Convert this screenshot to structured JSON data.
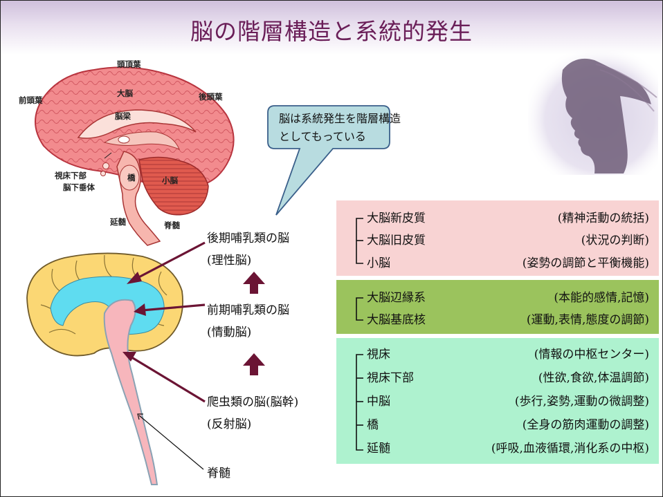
{
  "title": "脳の階層構造と系統的発生",
  "callout": {
    "line1": "脳は系統発生を階層構造",
    "line2": "としてもっている"
  },
  "brain_labels": {
    "frontal": "前頭葉",
    "parietal": "頭頂葉",
    "occipital": "後頭葉",
    "cerebrum": "大脳",
    "corpus_callosum": "脳梁",
    "hypothalamus": "視床下部",
    "pituitary": "脳下垂体",
    "pons": "橋",
    "cerebellum": "小脳",
    "medulla": "延髄",
    "spinal_cord": "脊髄"
  },
  "evolution": {
    "late_mammal": {
      "line1": "後期哺乳類の脳",
      "line2": "(理性脳)"
    },
    "early_mammal": {
      "line1": "前期哺乳類の脳",
      "line2": "(情動脳)"
    },
    "reptile": {
      "line1": "爬虫類の脳(脳幹)",
      "line2": "(反射脳)"
    },
    "spinal": "脊髄"
  },
  "groups": [
    {
      "color": "#f8d3d3",
      "rows": [
        {
          "name": "大脳新皮質",
          "function": "(精神活動の統括)"
        },
        {
          "name": "大脳旧皮質",
          "function": "(状況の判断)"
        },
        {
          "name": "小脳",
          "function": "(姿勢の調節と平衡機能)"
        }
      ]
    },
    {
      "color": "#9bc35d",
      "rows": [
        {
          "name": "大脳辺縁系",
          "function": "(本能的感情,記憶)"
        },
        {
          "name": "大脳基底核",
          "function": "(運動,表情,態度の調節)"
        }
      ]
    },
    {
      "color": "#aef2cf",
      "rows": [
        {
          "name": "視床",
          "function": "(情報の中枢センター)"
        },
        {
          "name": "視床下部",
          "function": "(性欲,食欲,体温調節)"
        },
        {
          "name": "中脳",
          "function": "(歩行,姿勢,運動の微調整)"
        },
        {
          "name": "橋",
          "function": "(全身の筋肉運動の調整)"
        },
        {
          "name": "延髄",
          "function": "(呼吸,血液循環,消化系の中枢)"
        }
      ]
    }
  ],
  "colors": {
    "title": "#6a1e58",
    "arrow": "#6b1434",
    "callout_fill": "#b8dce0",
    "callout_border": "#3a5f8a"
  }
}
